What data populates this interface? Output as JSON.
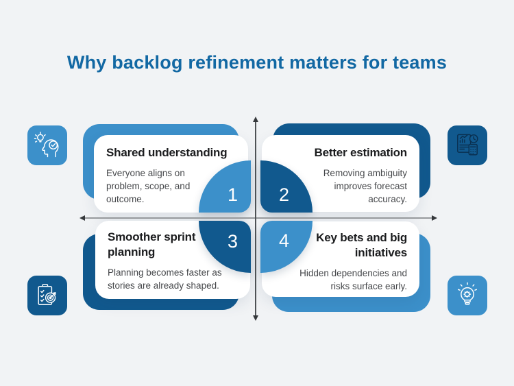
{
  "title": "Why backlog refinement matters for teams",
  "colors": {
    "light_blue": "#3c90ca",
    "dark_blue": "#11598e",
    "title_blue": "#1268a3",
    "background": "#f1f3f5",
    "card_white": "#ffffff",
    "heading_text": "#1b1c1e",
    "body_text": "#45474a",
    "axis_line_horizontal": "#96999c",
    "axis_line_vertical": "#4e5255"
  },
  "quadrants": [
    {
      "number": "1",
      "heading": "Shared understanding",
      "body": "Everyone aligns on problem, scope, and outcome.",
      "icon": "head-lightbulb-check-icon",
      "tone": "light"
    },
    {
      "number": "2",
      "heading": "Better estimation",
      "body": "Removing ambiguity improves forecast accuracy.",
      "icon": "report-clock-calculator-icon",
      "tone": "dark"
    },
    {
      "number": "3",
      "heading": "Smoother sprint planning",
      "body": "Planning becomes faster as stories are already shaped.",
      "icon": "clipboard-target-icon",
      "tone": "dark"
    },
    {
      "number": "4",
      "heading": "Key bets and big initiatives",
      "body": "Hidden dependencies and risks surface early.",
      "icon": "lightbulb-gear-icon",
      "tone": "light"
    }
  ]
}
